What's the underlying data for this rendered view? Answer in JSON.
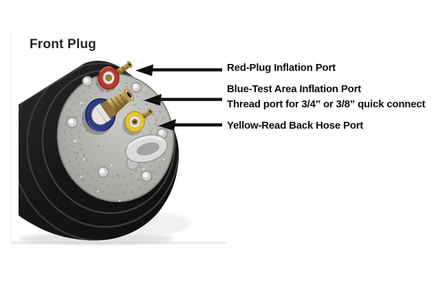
{
  "title": "Front Plug",
  "callouts": [
    {
      "id": "red",
      "label": "Red-Plug Inflation Port",
      "port_color": "#b5382c"
    },
    {
      "id": "blue",
      "label": "Blue-Test Area Inflation Port",
      "sublabel": "Thread port for 3/4” or 3/8” quick connect",
      "port_color": "#2d3a82"
    },
    {
      "id": "yellow",
      "label": "Yellow-Read Back Hose Port",
      "port_color": "#e5c52f"
    }
  ],
  "figure": {
    "subject": "front face of inflatable pipe plug with three color-coded hose ports, brass barb fittings, bolted aluminum plate and lifting eye",
    "colors": {
      "face_metal": "#b2b2ae",
      "rubber": "#181818",
      "brass": "#b09252",
      "arrow": "#101010"
    }
  }
}
